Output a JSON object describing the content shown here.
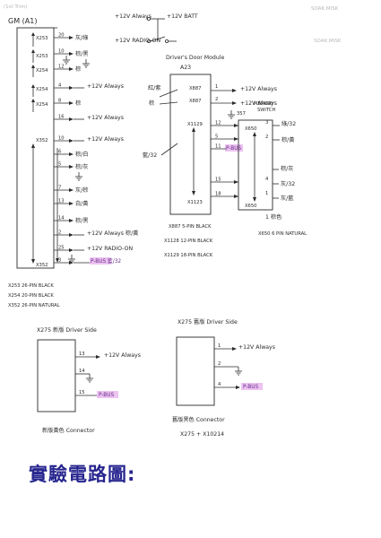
{
  "sheet": {
    "corner_note": "(1st Trim)",
    "watermark_1": "SOAK.MISK",
    "watermark_2": "SOAK.MISK",
    "caption": "實驗電路圖:"
  },
  "gm": {
    "title": "GM (A1)",
    "refs": [
      "X253",
      "X253",
      "X254",
      "X254",
      "X254",
      "X352",
      "X352"
    ],
    "pins": [
      {
        "num": "20",
        "label": "灰/綠"
      },
      {
        "num": "10",
        "label": "棕/黑"
      },
      {
        "num": "12",
        "label": "棕"
      },
      {
        "num": "4",
        "label": "+12V Always"
      },
      {
        "num": "8",
        "label": "棕"
      },
      {
        "num": "16",
        "label": "+12V Always"
      },
      {
        "num": "10",
        "label": "+12V Always"
      },
      {
        "num": "6",
        "label": "棕/白"
      },
      {
        "num": "5",
        "label": "棕/灰"
      },
      {
        "num": "7",
        "label": "灰/棕"
      },
      {
        "num": "13",
        "label": "白/黃"
      },
      {
        "num": "14",
        "label": "棕/黑"
      },
      {
        "num": "2",
        "label": "+12V Always 棕/黃"
      },
      {
        "num": "25",
        "label": "+12V RADIO-ON"
      },
      {
        "num": "3",
        "label": "P-BUS 藍/32"
      }
    ],
    "legend": [
      "X253  26-PIN BLACK",
      "X254  20-PIN BLACK",
      "X352  26-PIN NATURAL"
    ]
  },
  "power": {
    "top_left": "+12V Always",
    "top_right": "+12V BATT",
    "bot_left": "+12V RADIO-ON"
  },
  "door_module": {
    "title": "Driver's Door Module",
    "ref": "A23",
    "left_labels": [
      "紅/紫",
      "棕"
    ],
    "blue_label": "藍/32",
    "x887": [
      "X887",
      "X887"
    ],
    "x887_pins": [
      "1",
      "2"
    ],
    "x887_out": [
      "+12V Always",
      "+12V Always"
    ],
    "x1129": "X1129",
    "x1129_pins": [
      "12",
      "5",
      "11",
      "15",
      "18"
    ],
    "pbus": "P-BUS",
    "xnum_b": "X1123",
    "memory": [
      "MEMORY",
      "SWITCH"
    ],
    "ms_ref": "357",
    "x650": [
      "X650",
      "X650"
    ],
    "x650_pins": [
      "3",
      "2",
      "4",
      "1"
    ],
    "x650_right": [
      "綠/32",
      "棕/黃",
      "棕/灰",
      "灰/32",
      "灰/藍"
    ],
    "x650_bottom": "1 棕色",
    "x650_desc": "X650 6 PIN NATURAL",
    "legend": [
      "X887  5-PIN BLACK",
      "X1128  12-PIN BLACK",
      "X1129  18-PIN BLACK"
    ]
  },
  "new_conn": {
    "title": "X275 新版  Driver Side",
    "pins": [
      "13",
      "14",
      "15"
    ],
    "labels": [
      "+12V Always",
      "",
      "P-BUS"
    ],
    "caption": "新版黃色 Connector"
  },
  "old_conn": {
    "title": "X275 舊版  Driver Side",
    "pins": [
      "1",
      "2",
      "4"
    ],
    "labels": [
      "+12V Always",
      "",
      "P-BUS"
    ],
    "caption_1": "舊版黑色 Connector",
    "caption_2": "X275 + X10214"
  }
}
